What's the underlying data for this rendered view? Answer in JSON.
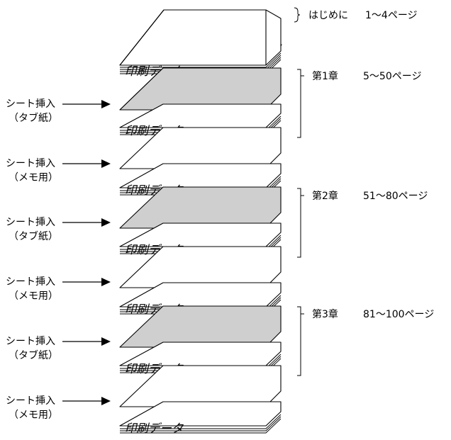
{
  "print_label": "印刷データ",
  "sections": [
    {
      "label": "はじめに",
      "pages": "1〜4ページ"
    },
    {
      "label": "第1章",
      "pages": "5〜50ページ"
    },
    {
      "label": "第2章",
      "pages": "51〜80ページ"
    },
    {
      "label": "第3章",
      "pages": "81〜100ページ"
    }
  ],
  "inserts": [
    {
      "title": "シート挿入",
      "type": "（タブ紙）",
      "kind": "tab"
    },
    {
      "title": "シート挿入",
      "type": "（メモ用）",
      "kind": "memo"
    },
    {
      "title": "シート挿入",
      "type": "（タブ紙）",
      "kind": "tab"
    },
    {
      "title": "シート挿入",
      "type": "（メモ用）",
      "kind": "memo"
    },
    {
      "title": "シート挿入",
      "type": "（タブ紙）",
      "kind": "tab"
    },
    {
      "title": "シート挿入",
      "type": "（メモ用）",
      "kind": "memo"
    }
  ],
  "colors": {
    "tab_sheet": "#cfcfcf",
    "line": "#000000",
    "background": "#ffffff"
  }
}
